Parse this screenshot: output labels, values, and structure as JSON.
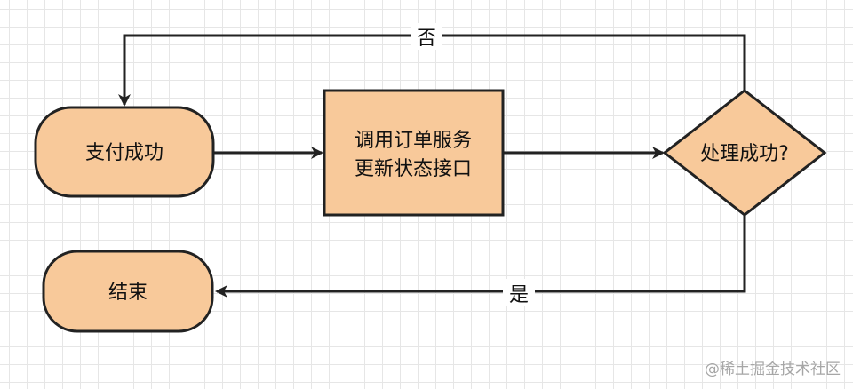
{
  "colors": {
    "node_fill": "#f8c99a",
    "node_stroke": "#222222",
    "edge_stroke": "#222222",
    "text": "#111111",
    "watermark": "#a6a6a6"
  },
  "nodes": {
    "pay_success": {
      "label": "支付成功"
    },
    "call_order_service": {
      "line1": "调用订单服务",
      "line2": "更新状态接口"
    },
    "process_success": {
      "label": "处理成功?"
    },
    "end": {
      "label": "结束"
    }
  },
  "edges": {
    "no_label": "否",
    "yes_label": "是"
  },
  "watermark": "@稀土掘金技术社区"
}
